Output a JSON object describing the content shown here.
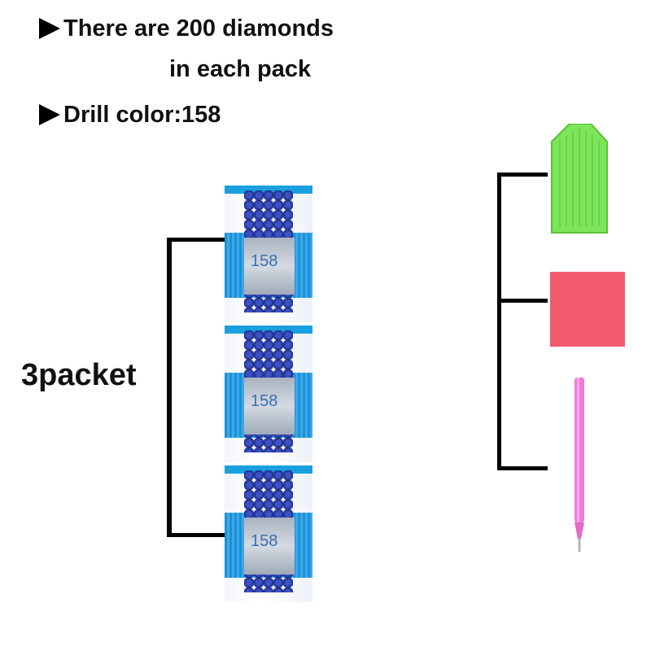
{
  "info": {
    "line1": "There are 200 diamonds",
    "line2": "in each pack",
    "line3": "Drill color:158"
  },
  "packet_label": "3packet",
  "packs": [
    {
      "code": "158"
    },
    {
      "code": "158"
    },
    {
      "code": "158"
    }
  ],
  "colors": {
    "bead": "#1c2a8a",
    "pack_stripe": "#1aa0df",
    "pen_tray": "#7ce55a",
    "wax": "#f25a6e",
    "pencil": "#f07ad8"
  },
  "icons": [
    "arrow-icon",
    "pen-tray-icon",
    "wax-pad-icon",
    "drill-pen-icon"
  ]
}
